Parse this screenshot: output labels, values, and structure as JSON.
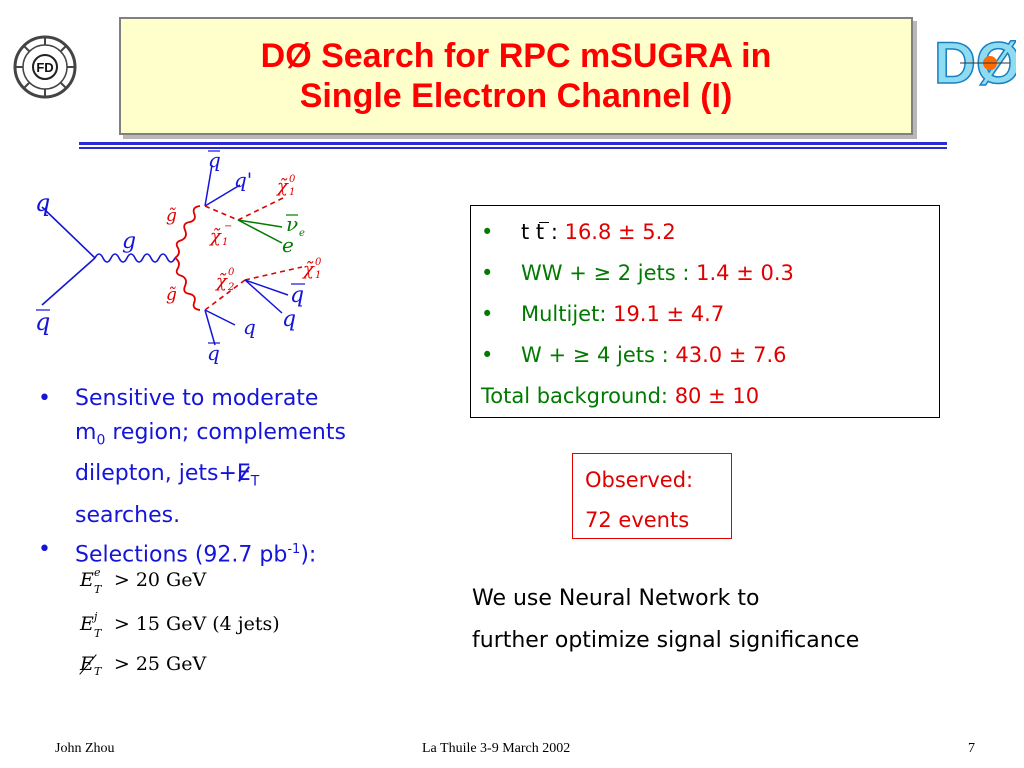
{
  "header": {
    "title_line1": "DØ Search for RPC mSUGRA in",
    "title_line2": "Single Electron Channel (I)",
    "title_color": "#ff0000",
    "title_bg": "#ffffcc",
    "rule_color": "#2b2bd6"
  },
  "logos": {
    "left_logo_text": "FD",
    "right_logo_text": "DØ"
  },
  "diagram": {
    "q_left": "q",
    "qbar_left": "q",
    "gluon": "g",
    "gluino_top": "g̃",
    "gluino_bottom": "g̃",
    "qbar_top": "q",
    "qprime": "q'",
    "chi1_pm": "χ̃",
    "chi1_pm_sub": "1",
    "chi1_pm_sup": "−",
    "chi1_0_top": "χ̃",
    "chi1_0_top_sub": "1",
    "chi1_0_top_sup": "0",
    "nu_e": "ν",
    "nu_sub": "e",
    "electron": "e",
    "chi2_0": "χ̃",
    "chi2_0_sub": "2",
    "chi2_0_sup": "0",
    "chi1_0_bot": "χ̃",
    "chi1_0_bot_sub": "1",
    "chi1_0_bot_sup": "0",
    "qbar_right": "q",
    "q_right": "q",
    "q_bottom": "q",
    "qbar_bottom": "q"
  },
  "left_bullets": {
    "bullet_char": "•",
    "b1_line1": "Sensitive to moderate",
    "b1_m": "m",
    "b1_m_sub": "0",
    "b1_line2_rest": " region; complements",
    "b1_line3_pre": "dilepton, jets+",
    "b1_et": "E",
    "b1_et_sub": "T",
    "b1_line4": "searches.",
    "b2_pre": "Selections (92.7 pb",
    "b2_sup": "-1",
    "b2_post": "):"
  },
  "selections": [
    {
      "sym": "E",
      "sup": "e",
      "sub": "T",
      "rel": "> 20 GeV"
    },
    {
      "sym": "E",
      "sup": "j",
      "sub": "T",
      "rel": "> 15 GeV (4 jets)"
    },
    {
      "sym": "E",
      "sup": "",
      "sub": "T",
      "rel": "> 25 GeV"
    }
  ],
  "backgrounds": {
    "bullet_char": "•",
    "items": [
      {
        "label": "t t : ",
        "value": "16.8 ± 5.2"
      },
      {
        "label": "WW + ≥ 2 jets : ",
        "value": "1.4 ± 0.3"
      },
      {
        "label": "Multijet: ",
        "value": "19.1 ± 4.7"
      },
      {
        "label": "W + ≥ 4 jets : ",
        "value": "43.0 ± 7.6"
      }
    ],
    "total_label": "Total background: ",
    "total_value": "80 ± 10"
  },
  "observed": {
    "line1": "Observed:",
    "line2": "72 events"
  },
  "neural_net": {
    "line1": "We use Neural Network to",
    "line2": "further optimize signal significance"
  },
  "footer": {
    "author": "John Zhou",
    "venue": "La Thuile 3-9 March 2002",
    "page": "7"
  }
}
